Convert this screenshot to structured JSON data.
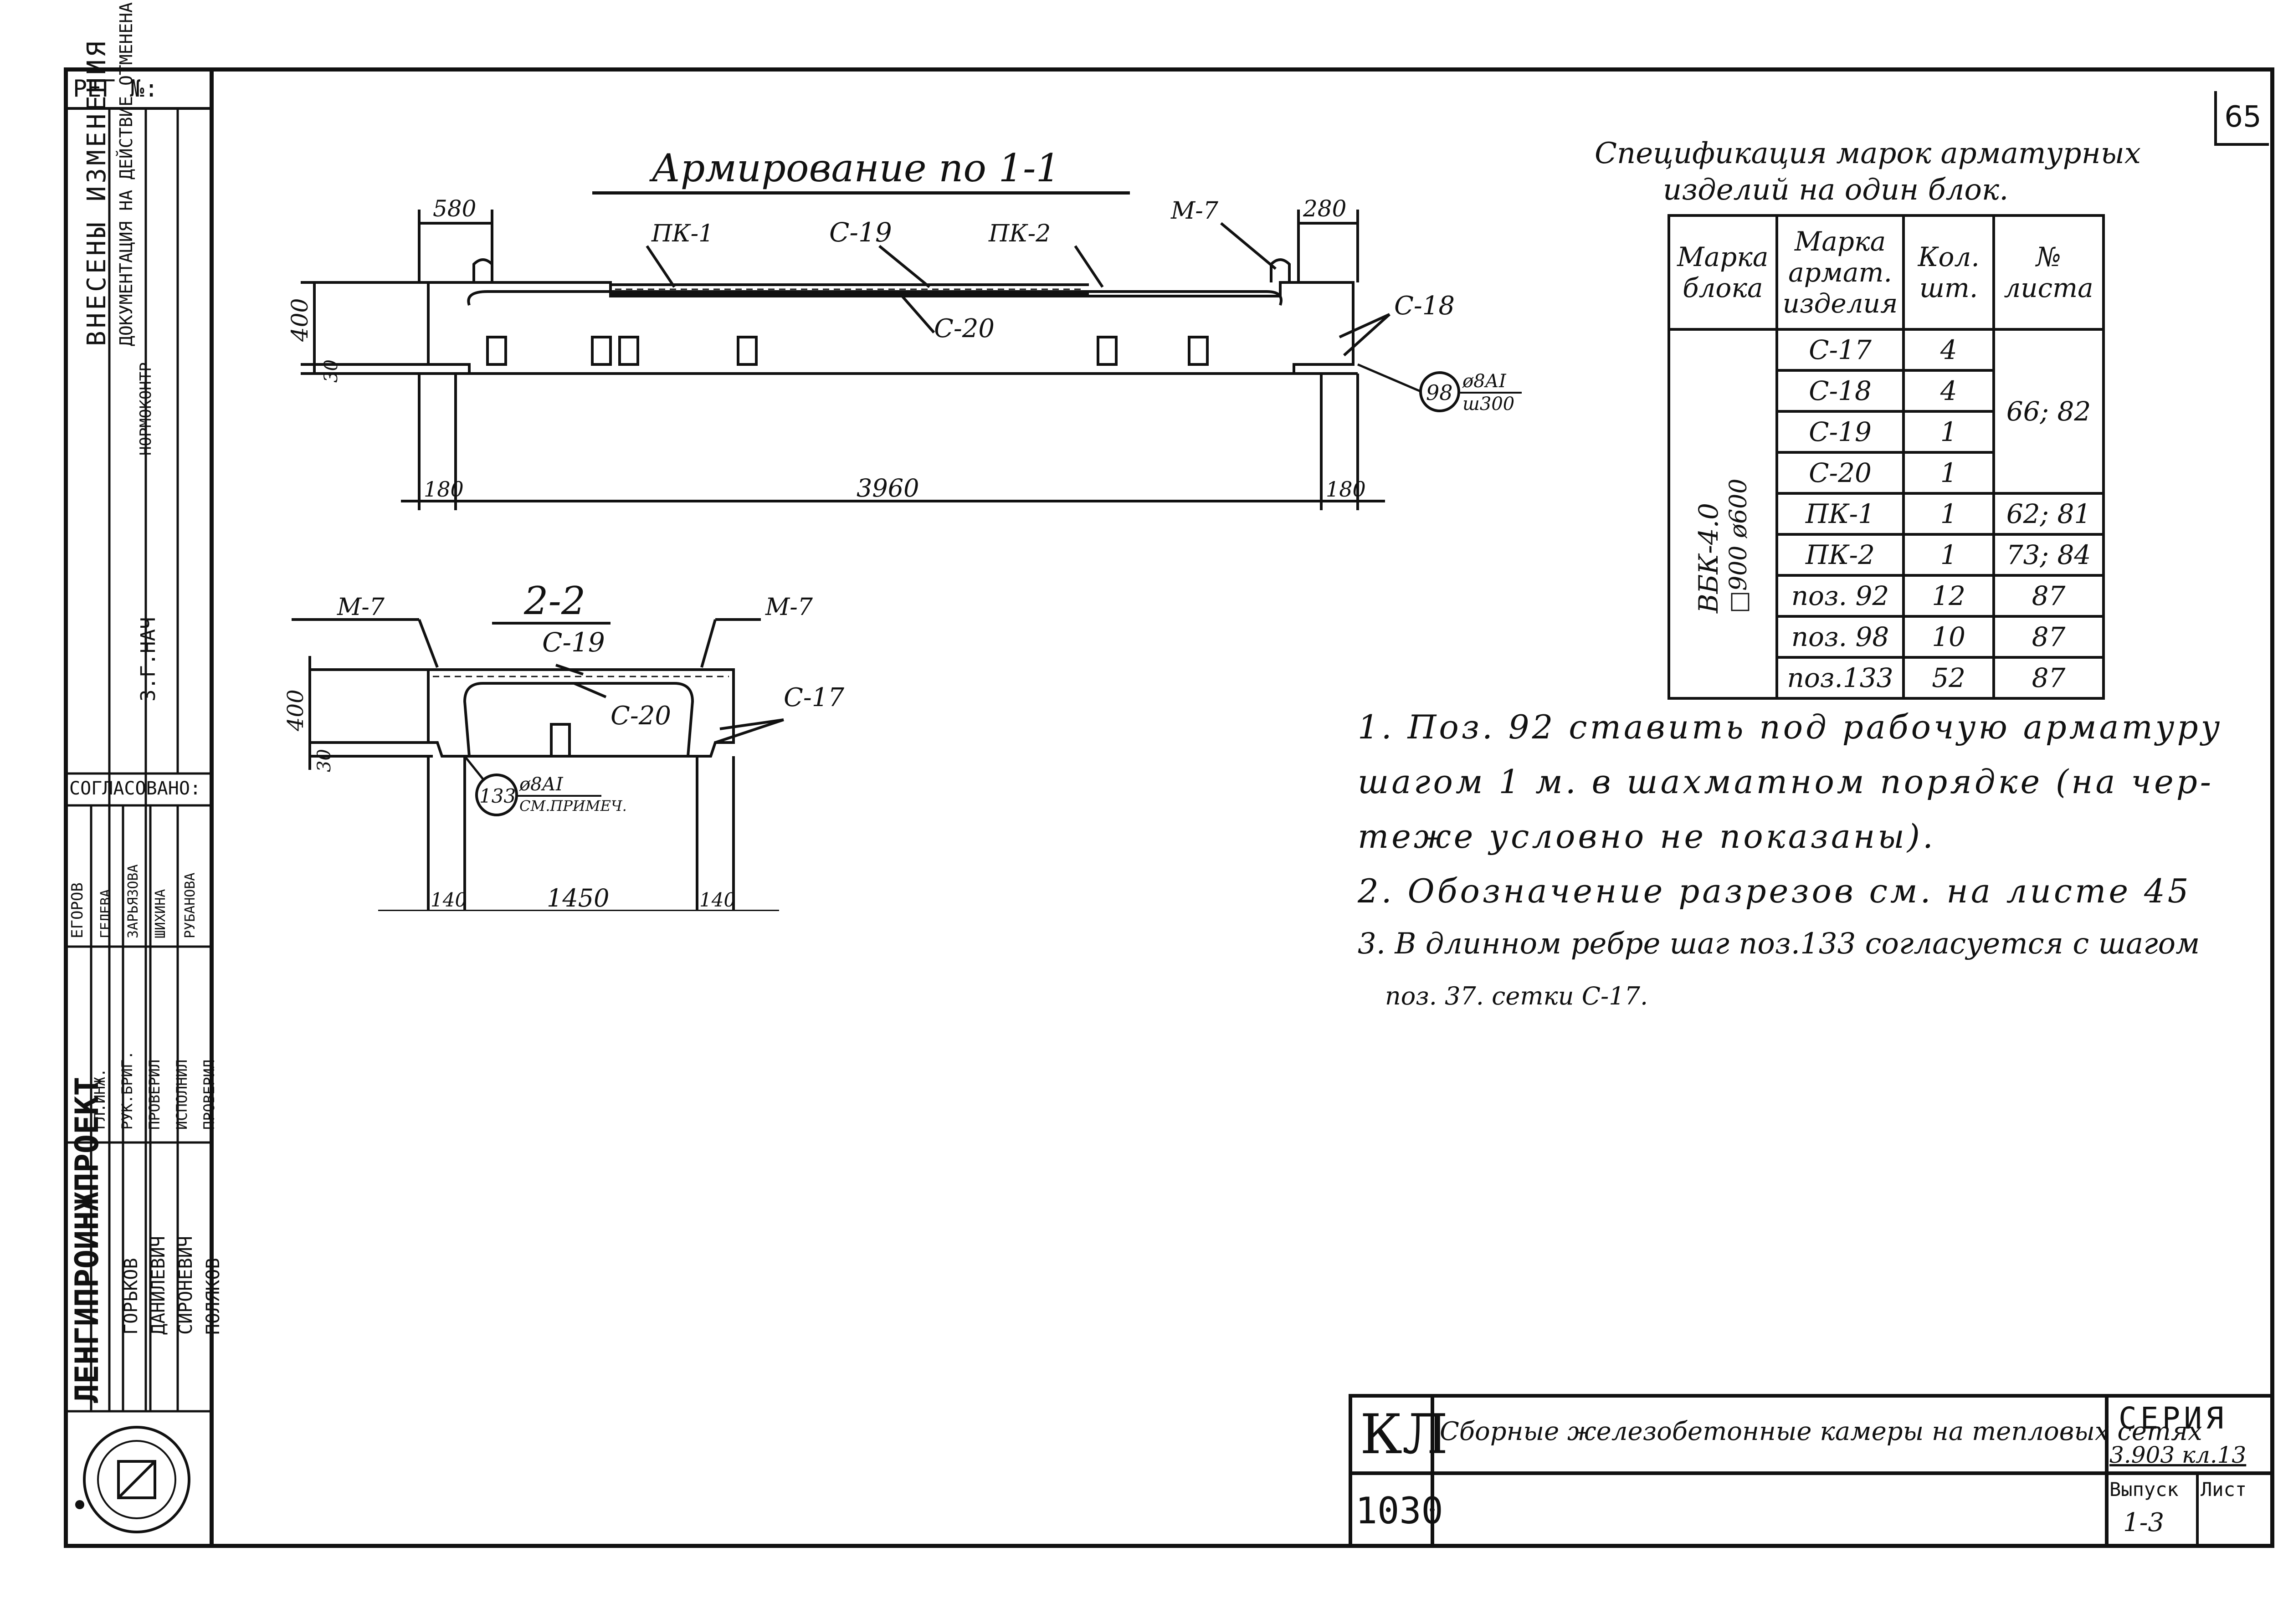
{
  "sheet_number": "65",
  "left_strip": {
    "reg_label": "РЕГ №:",
    "changes_label": "ВНЕСЕНЫ ИЗМЕНЕНИЯ",
    "changes_note": "ДОКУМЕНТАЦИЯ НА ДЕЙСТВИЕ ОТМЕНЕНА",
    "normcontrol": "НОРМОКОНТР",
    "signature_1": "З.Г.НАЧ",
    "agreed_label": "СОГЛАСОВАНО:",
    "agreed_names": [
      "ЕГОРОВ",
      "ГЕЛЕВА",
      "ЗАРЬЯЗОВА",
      "ШИХИНА",
      "РУБАНОВА"
    ],
    "roles": [
      "ГЛ.ИНЖ.",
      "РУК.БРИГ.",
      "ПРОВЕРИЛ",
      "ИСПОЛНИЛ",
      "ПРОВЕРИЛ"
    ],
    "institute": "ЛЕНГИПРОИНЖПРОЕКТ",
    "persons": [
      "ГОРЬКОВ",
      "ДАНИЛЕВИЧ",
      "СИРОНЕВИЧ",
      "ПОЛЯКОВ"
    ]
  },
  "drawing_1": {
    "title": "Армирование по 1-1",
    "labels": [
      "ПК-1",
      "С-19",
      "ПК-2",
      "М-7",
      "С-20",
      "С-18"
    ],
    "dims": {
      "d580": "580",
      "d280": "280",
      "d400": "400",
      "d30": "30",
      "d180a": "180",
      "d3960": "3960",
      "d180b": "180"
    },
    "callout_num": "98",
    "callout_top": "ø8АI",
    "callout_bottom": "ш300"
  },
  "drawing_2": {
    "title": "2-2",
    "labels": [
      "М-7",
      "С-19",
      "М-7",
      "С-17",
      "С-20"
    ],
    "dims": {
      "d400": "400",
      "d30": "30",
      "d140a": "140",
      "d1450": "1450",
      "d140b": "140"
    },
    "callout_num": "133",
    "callout_top": "ø8АI",
    "callout_bottom": "СМ.ПРИМЕЧ."
  },
  "spec": {
    "title_line1": "Спецификация марок арматурных",
    "title_line2": "изделий на один блок.",
    "headers": [
      "Марка блока",
      "Марка армат. изделия",
      "Кол. шт.",
      "№ листа"
    ],
    "block_mark": "ВБК-4.0",
    "block_mark_sub": "□900 ø600",
    "rows": [
      {
        "item": "С-17",
        "qty": "4",
        "sheet": ""
      },
      {
        "item": "С-18",
        "qty": "4",
        "sheet": "66; 82"
      },
      {
        "item": "С-19",
        "qty": "1",
        "sheet": ""
      },
      {
        "item": "С-20",
        "qty": "1",
        "sheet": ""
      },
      {
        "item": "ПК-1",
        "qty": "1",
        "sheet": "62; 81"
      },
      {
        "item": "ПК-2",
        "qty": "1",
        "sheet": "73; 84"
      },
      {
        "item": "поз. 92",
        "qty": "12",
        "sheet": "87"
      },
      {
        "item": "поз. 98",
        "qty": "10",
        "sheet": "87"
      },
      {
        "item": "поз.133",
        "qty": "52",
        "sheet": "87"
      }
    ]
  },
  "notes": [
    "1. Поз. 92 ставить под рабочую арматуру",
    "шагом 1 м. в шахматном порядке (на чер-",
    "теже условно не показаны).",
    "2. Обозначение разрезов см. на листе 45",
    "3. В длинном ребре шаг поз.133 согласуется с шагом",
    "поз. 37. сетки С-17."
  ],
  "title_block": {
    "kl": "КЛ",
    "kl_code": "1030",
    "description": "Сборные железобетонные камеры на тепловых сетях",
    "series_label": "СЕРИЯ",
    "series_value": "3.903 кл.13",
    "issue_label": "Выпуск",
    "sheet_label": "Лист",
    "issue_value": "1-3"
  }
}
